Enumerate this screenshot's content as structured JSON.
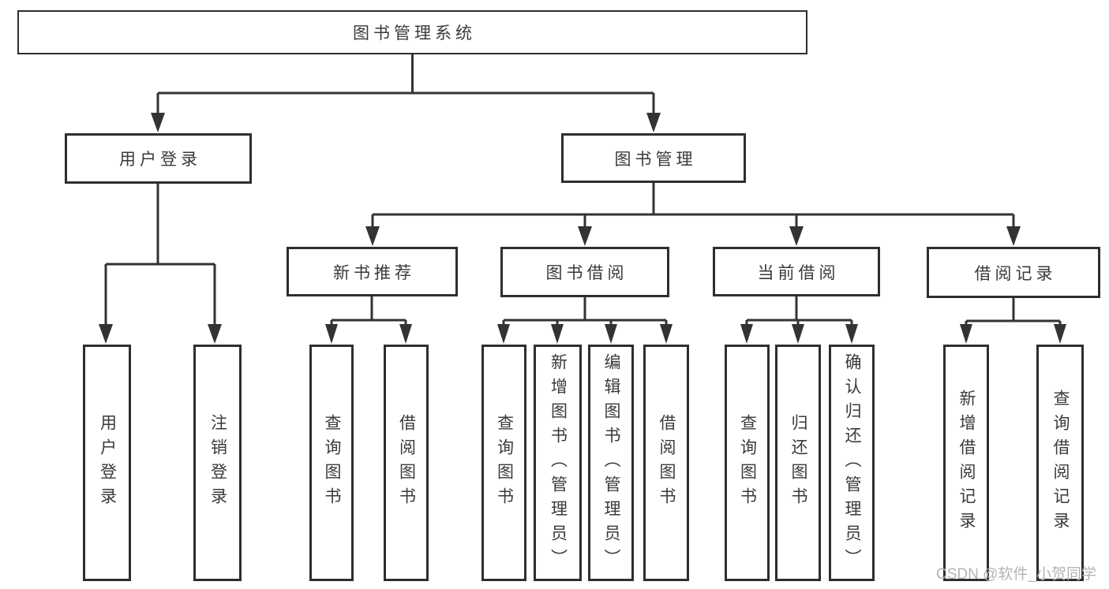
{
  "diagram": {
    "root": {
      "label": "图书管理系统"
    },
    "level2": [
      {
        "label": "用户登录"
      },
      {
        "label": "图书管理"
      }
    ],
    "level3": [
      {
        "label": "新书推荐"
      },
      {
        "label": "图书借阅"
      },
      {
        "label": "当前借阅"
      },
      {
        "label": "借阅记录"
      }
    ],
    "leaves": {
      "user_login": [
        {
          "label": "用户登录"
        },
        {
          "label": "注销登录"
        }
      ],
      "new_book": [
        {
          "label": "查询图书"
        },
        {
          "label": "借阅图书"
        }
      ],
      "book_borrow": [
        {
          "label": "查询图书"
        },
        {
          "label": "新增图书（管理员）"
        },
        {
          "label": "编辑图书（管理员）"
        },
        {
          "label": "借阅图书"
        }
      ],
      "current_borrow": [
        {
          "label": "查询图书"
        },
        {
          "label": "归还图书"
        },
        {
          "label": "确认归还（管理员）"
        }
      ],
      "borrow_record": [
        {
          "label": "新增借阅记录"
        },
        {
          "label": "查询借阅记录"
        }
      ]
    }
  },
  "watermark": {
    "text": "CSDN @软件_小贺同学"
  },
  "colors": {
    "line": "#333333",
    "box_border": "#2e2e2e",
    "text": "#3a3a3a",
    "background": "#ffffff",
    "watermark": "#b4b4b4"
  }
}
